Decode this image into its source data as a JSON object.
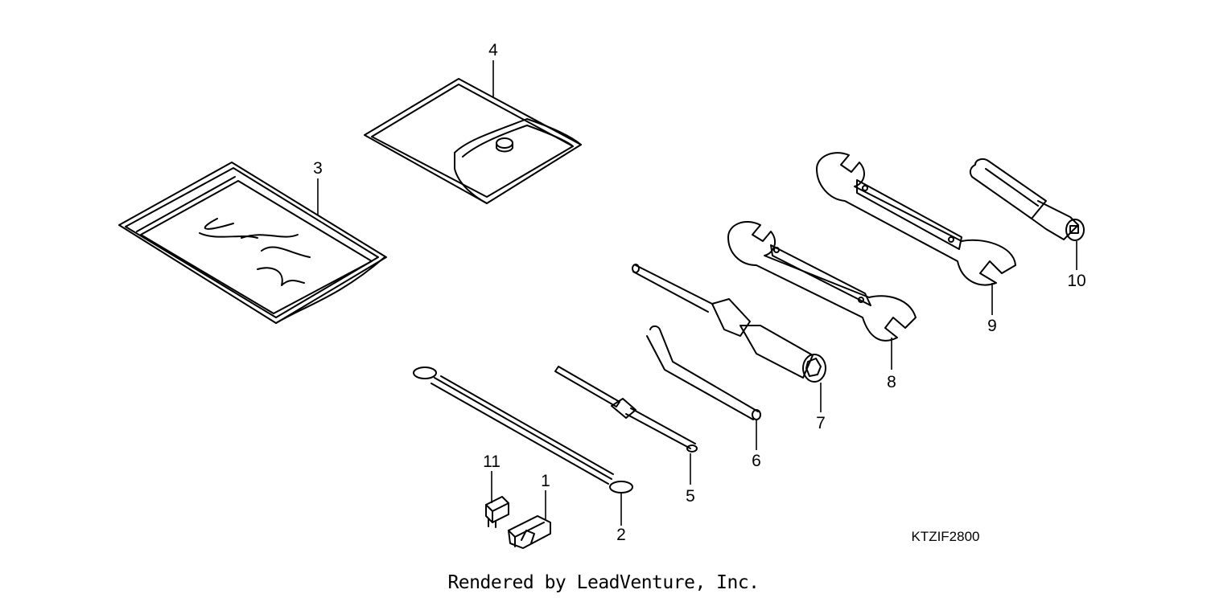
{
  "diagram": {
    "code": "KTZIF2800",
    "footer": "Rendered by LeadVenture, Inc.",
    "callouts": {
      "c1": "1",
      "c2": "2",
      "c3": "3",
      "c4": "4",
      "c5": "5",
      "c6": "6",
      "c7": "7",
      "c8": "8",
      "c9": "9",
      "c10": "10",
      "c11": "11"
    },
    "parts": [
      {
        "callout": "1",
        "icon": "clip-icon"
      },
      {
        "callout": "2",
        "icon": "rod-with-eyelets-icon"
      },
      {
        "callout": "3",
        "icon": "manual-bag-icon"
      },
      {
        "callout": "4",
        "icon": "tool-pouch-icon"
      },
      {
        "callout": "5",
        "icon": "screwdriver-icon"
      },
      {
        "callout": "6",
        "icon": "bent-pin-icon"
      },
      {
        "callout": "7",
        "icon": "box-wrench-icon"
      },
      {
        "callout": "8",
        "icon": "open-end-wrench-small-icon"
      },
      {
        "callout": "9",
        "icon": "open-end-wrench-large-icon"
      },
      {
        "callout": "10",
        "icon": "socket-handle-icon"
      },
      {
        "callout": "11",
        "icon": "fuse-icon"
      }
    ]
  }
}
